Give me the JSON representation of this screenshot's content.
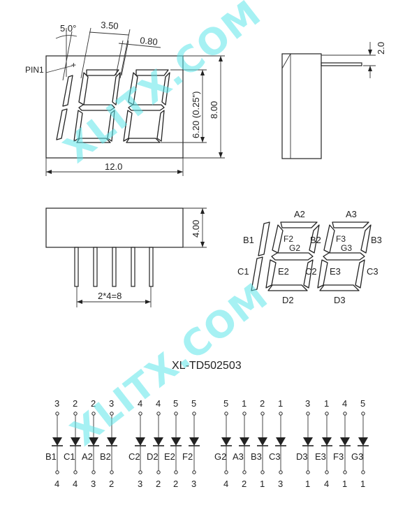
{
  "watermark": "XLITX.COM",
  "top_view": {
    "pin1_label": "PIN1",
    "dim_angle": "5.0°",
    "dim_350": "3.50",
    "dim_080": "0.80",
    "dim_width": "12.0",
    "dim_height": "8.00",
    "dim_digit": "6.20 (0.25\")"
  },
  "side_view": {
    "dim_20": "2.0"
  },
  "bottom_view": {
    "dim_height": "4.00",
    "dim_pitch": "2*4=8"
  },
  "segment_labels": {
    "A2": "A2",
    "A3": "A3",
    "B1": "B1",
    "B2": "B2",
    "B3": "B3",
    "C1": "C1",
    "C2": "C2",
    "C3": "C3",
    "D2": "D2",
    "D3": "D3",
    "E2": "E2",
    "E3": "E3",
    "F2": "F2",
    "F3": "F3",
    "G2": "G2",
    "G3": "G3"
  },
  "part_number": "XL-TD502503",
  "circuit": {
    "diodes": [
      {
        "top": "3",
        "label": "B1",
        "bottom": "4"
      },
      {
        "top": "2",
        "label": "C1",
        "bottom": "4"
      },
      {
        "top": "2",
        "label": "A2",
        "bottom": "3"
      },
      {
        "top": "3",
        "label": "B2",
        "bottom": "2"
      },
      {
        "top": "4",
        "label": "C2",
        "bottom": "3"
      },
      {
        "top": "4",
        "label": "D2",
        "bottom": "2"
      },
      {
        "top": "5",
        "label": "E2",
        "bottom": "2"
      },
      {
        "top": "5",
        "label": "F2",
        "bottom": "3"
      },
      {
        "top": "5",
        "label": "G2",
        "bottom": "4"
      },
      {
        "top": "1",
        "label": "A3",
        "bottom": "2"
      },
      {
        "top": "2",
        "label": "B3",
        "bottom": "1"
      },
      {
        "top": "1",
        "label": "C3",
        "bottom": "3"
      },
      {
        "top": "3",
        "label": "D3",
        "bottom": "1"
      },
      {
        "top": "1",
        "label": "E3",
        "bottom": "4"
      },
      {
        "top": "4",
        "label": "F3",
        "bottom": "1"
      },
      {
        "top": "5",
        "label": "G3",
        "bottom": "1"
      }
    ]
  }
}
